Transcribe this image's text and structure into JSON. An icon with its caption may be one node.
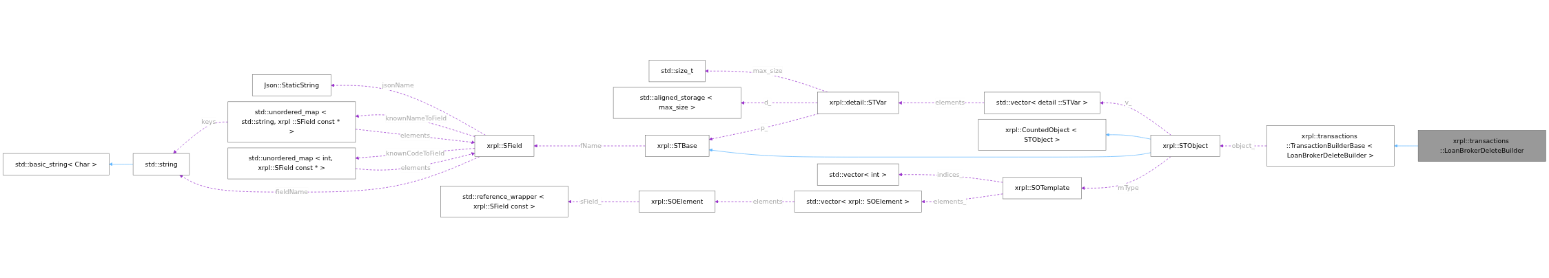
{
  "diagram": {
    "nodes": [
      {
        "text": [
          "std::basic_string< Char >"
        ]
      },
      {
        "text": [
          "std::string"
        ]
      },
      {
        "text": [
          "Json::StaticString"
        ]
      },
      {
        "text": [
          "xrpl::SField"
        ]
      },
      {
        "text": [
          "std::reference_wrapper < xrpl::SField const >"
        ]
      },
      {
        "text": [
          "std::size_t"
        ]
      },
      {
        "text": [
          "std::aligned_storage < max_size >"
        ]
      },
      {
        "text": [
          "std::unordered_map < std::string, xrpl ::SField const * >"
        ]
      },
      {
        "text": [
          "xrpl::STBase"
        ]
      },
      {
        "text": [
          "std::unordered_map < int, xrpl::SField const * >"
        ]
      },
      {
        "text": [
          "xrpl::SOElement"
        ]
      },
      {
        "text": [
          "xrpl::detail::STVar"
        ]
      },
      {
        "text": [
          "std::vector< xrpl:: SOElement >"
        ]
      },
      {
        "text": [
          "std::vector< int >"
        ]
      },
      {
        "text": [
          "std::vector< detail ::STVar >"
        ]
      },
      {
        "text": [
          "xrpl::CountedObject < STObject >"
        ]
      },
      {
        "text": [
          "xrpl::SOTemplate"
        ]
      },
      {
        "text": [
          "xrpl::STObject"
        ]
      },
      {
        "text": [
          "xrpl::transactions ::TransactionBuilderBase < LoanBrokerDeleteBuilder >"
        ]
      },
      {
        "text": [
          "xrpl::transactions ::LoanBrokerDeleteBuilder"
        ]
      }
    ],
    "edges": [
      {
        "from": 1,
        "to": 0,
        "arrow": "to",
        "color": "#63b8ff"
      },
      {
        "from": 7,
        "to": 1,
        "arrow": "to",
        "label": "keys",
        "style": "dashed"
      },
      {
        "from": 3,
        "to": 1,
        "arrow": "to",
        "label": "fieldName",
        "style": "dashed"
      },
      {
        "from": 3,
        "to": 2,
        "arrow": "to",
        "label": "jsonName",
        "style": "dashed"
      },
      {
        "from": 3,
        "to": 7,
        "arrow": "to",
        "label": "knownNameToField",
        "style": "dashed"
      },
      {
        "from": 7,
        "to": 3,
        "arrow": "to",
        "label": "elements",
        "style": "dashed"
      },
      {
        "from": 8,
        "to": 3,
        "arrow": "to",
        "label": "fName",
        "style": "dashed"
      },
      {
        "from": 9,
        "to": 3,
        "arrow": "to",
        "label": "elements",
        "style": "dashed"
      },
      {
        "from": 3,
        "to": 9,
        "arrow": "to",
        "label": "knownCodeToField",
        "style": "dashed"
      },
      {
        "from": 10,
        "to": 4,
        "arrow": "to",
        "label": "sField_",
        "style": "dashed"
      },
      {
        "from": 11,
        "to": 5,
        "arrow": "to",
        "label": "max_size",
        "style": "dashed"
      },
      {
        "from": 11,
        "to": 6,
        "arrow": "to",
        "label": "d_",
        "style": "dashed"
      },
      {
        "from": 11,
        "to": 8,
        "arrow": "to",
        "label": "p_",
        "style": "dashed"
      },
      {
        "from": 14,
        "to": 11,
        "arrow": "to",
        "label": "elements",
        "style": "dashed"
      },
      {
        "from": 12,
        "to": 10,
        "arrow": "to",
        "label": "elements",
        "style": "dashed"
      },
      {
        "from": 16,
        "to": 12,
        "arrow": "to",
        "label": "elements_",
        "style": "dashed"
      },
      {
        "from": 16,
        "to": 13,
        "arrow": "to",
        "label": "indices_",
        "style": "dashed"
      },
      {
        "from": 17,
        "to": 14,
        "arrow": "to",
        "label": "v_",
        "style": "dashed"
      },
      {
        "from": 17,
        "to": 8,
        "arrow": "to",
        "color": "#63b8ff"
      },
      {
        "from": 17,
        "to": 15,
        "arrow": "to",
        "color": "#63b8ff"
      },
      {
        "from": 17,
        "to": 16,
        "arrow": "to",
        "label": "mType",
        "style": "dashed"
      },
      {
        "from": 18,
        "to": 17,
        "arrow": "to",
        "label": "object_",
        "style": "dashed"
      },
      {
        "from": 19,
        "to": 18,
        "arrow": "to",
        "color": "#63b8ff"
      }
    ]
  }
}
